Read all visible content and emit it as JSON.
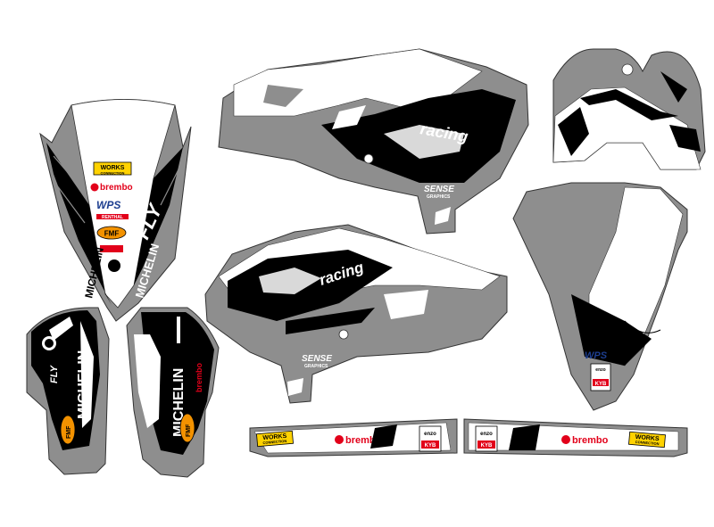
{
  "colors": {
    "gray": "#8e8e8e",
    "black": "#000000",
    "white": "#ffffff",
    "red": "#e2001a",
    "yellow": "#ffd200",
    "orange": "#f39200",
    "blue": "#1d3e8f"
  },
  "logos": {
    "works_top": "WORKS",
    "works_bottom": "CONNECTION",
    "brembo": "brembo",
    "wps": "WPS",
    "michelin": "MICHELIN",
    "fly": "FLY",
    "fly_racing": "racing",
    "fmf": "FMF",
    "renthal": "RENTHAL",
    "sense_top": "SENSE",
    "sense_bottom": "GRAPHICS",
    "enzo": "enzo",
    "kyb": "KYB"
  }
}
